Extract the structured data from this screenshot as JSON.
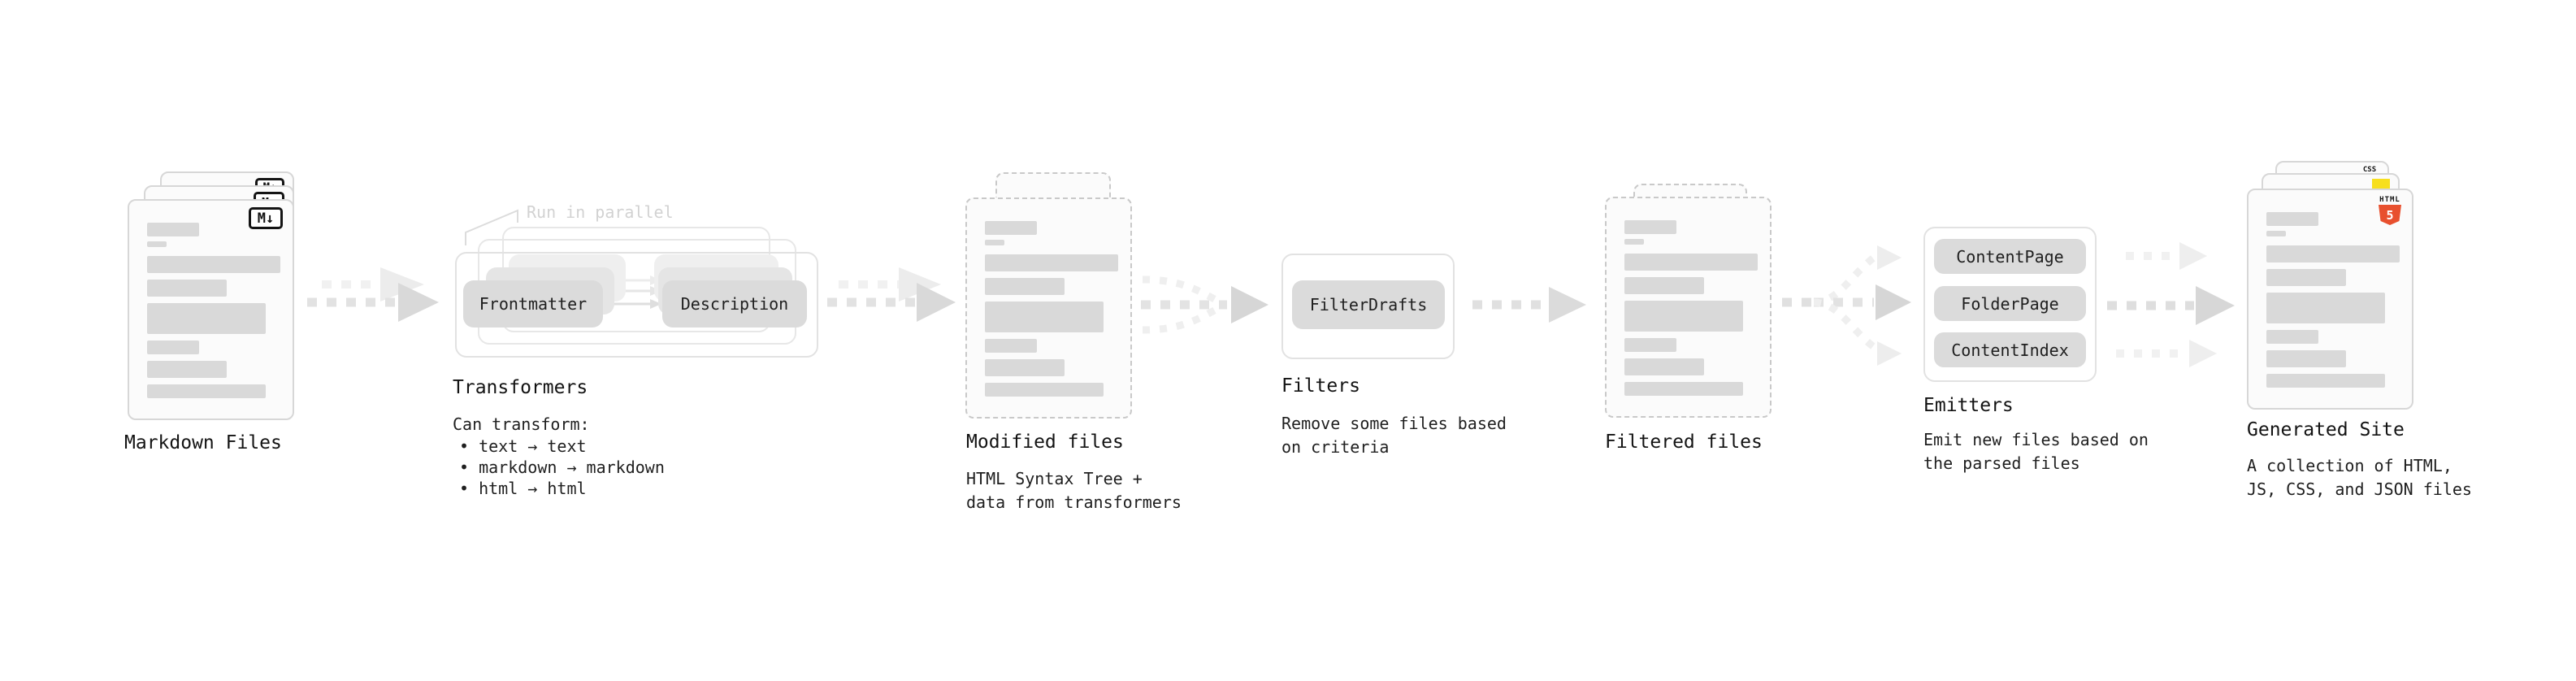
{
  "stages": {
    "markdown": {
      "title": "Markdown Files"
    },
    "transformers": {
      "title": "Transformers",
      "annotation": "Run in parallel",
      "pill_frontmatter": "Frontmatter",
      "pill_description": "Description",
      "intro": "Can transform:",
      "bullets": [
        "• text → text",
        "• markdown → markdown",
        "• html → html"
      ]
    },
    "modified": {
      "title": "Modified files",
      "desc_line1": "HTML Syntax Tree +",
      "desc_line2": "data from transformers"
    },
    "filters": {
      "title": "Filters",
      "pill": "FilterDrafts",
      "desc_line1": "Remove some files based",
      "desc_line2": "on criteria"
    },
    "filtered": {
      "title": "Filtered files"
    },
    "emitters": {
      "title": "Emitters",
      "pills": [
        "ContentPage",
        "FolderPage",
        "ContentIndex"
      ],
      "desc_line1": "Emit new files based on",
      "desc_line2": "the parsed files"
    },
    "generated": {
      "title": "Generated Site",
      "desc_line1": "A collection of HTML,",
      "desc_line2": "JS, CSS, and JSON files"
    }
  },
  "icons": {
    "markdown_badge": "M↓",
    "css_badge_label": "CSS",
    "html5_label": "HTML",
    "html5_number": "5",
    "js_badge": "yellow-square"
  },
  "colors": {
    "html5_orange": "#e8502e",
    "js_yellow": "#f7df1e",
    "css_blue": "#2b6fe3",
    "placeholder_bar": "#d9d9d9",
    "pill_gray": "#dbdbdb"
  }
}
